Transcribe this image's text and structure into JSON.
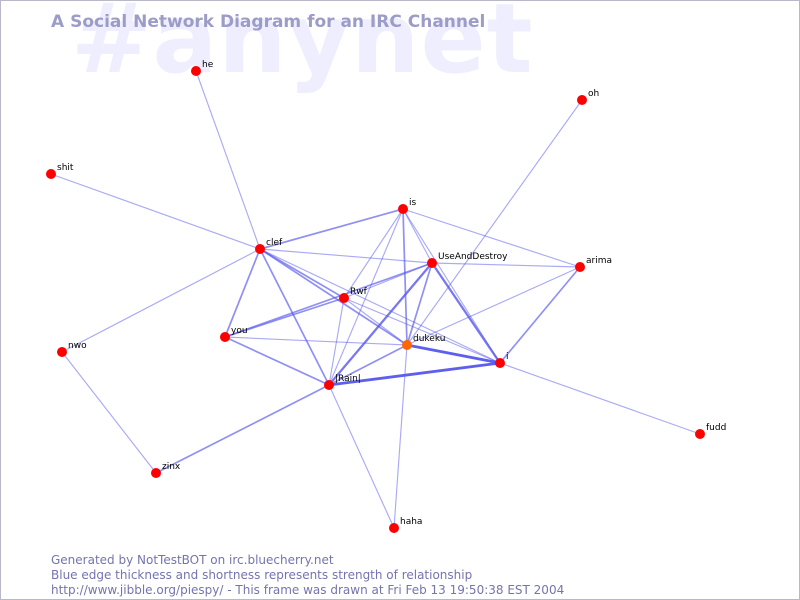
{
  "watermark": "#anynet",
  "title": "A Social Network Diagram for an IRC Channel",
  "footer": {
    "line1": "Generated by NotTestBOT on irc.bluecherry.net",
    "line2": "Blue edge thickness and shortness represents strength of relationship",
    "line3": "http://www.jibble.org/piespy/ - This frame was drawn at Fri Feb 13 19:50:38 EST 2004"
  },
  "colors": {
    "node": "#ff0000",
    "node_highlight": "#ff6600",
    "edge": "#5555ee",
    "title": "#9c9cc8",
    "watermark": "#eeeeff",
    "footer": "#7474b0"
  },
  "nodes": [
    {
      "id": "he",
      "label": "he"
    },
    {
      "id": "oh",
      "label": "oh"
    },
    {
      "id": "shit",
      "label": "shit"
    },
    {
      "id": "is",
      "label": "is"
    },
    {
      "id": "clef",
      "label": "clef"
    },
    {
      "id": "UseAndDestroy",
      "label": "UseAndDestroy"
    },
    {
      "id": "arima",
      "label": "arima"
    },
    {
      "id": "Rwf",
      "label": "Rwf"
    },
    {
      "id": "you",
      "label": "you"
    },
    {
      "id": "dukeku",
      "label": "dukeku",
      "highlight": true
    },
    {
      "id": "nwo",
      "label": "nwo"
    },
    {
      "id": "i",
      "label": "i"
    },
    {
      "id": "Rain",
      "label": "|Rain|"
    },
    {
      "id": "fudd",
      "label": "fudd"
    },
    {
      "id": "zinx",
      "label": "zinx"
    },
    {
      "id": "haha",
      "label": "haha"
    }
  ],
  "edges": [
    {
      "source": "he",
      "target": "clef",
      "strength": 1
    },
    {
      "source": "shit",
      "target": "clef",
      "strength": 1
    },
    {
      "source": "oh",
      "target": "dukeku",
      "strength": 1
    },
    {
      "source": "clef",
      "target": "is",
      "strength": 2
    },
    {
      "source": "clef",
      "target": "UseAndDestroy",
      "strength": 1
    },
    {
      "source": "clef",
      "target": "Rwf",
      "strength": 2
    },
    {
      "source": "clef",
      "target": "you",
      "strength": 2
    },
    {
      "source": "clef",
      "target": "dukeku",
      "strength": 2
    },
    {
      "source": "clef",
      "target": "Rain",
      "strength": 2
    },
    {
      "source": "clef",
      "target": "i",
      "strength": 1
    },
    {
      "source": "clef",
      "target": "nwo",
      "strength": 1
    },
    {
      "source": "is",
      "target": "UseAndDestroy",
      "strength": 1
    },
    {
      "source": "is",
      "target": "arima",
      "strength": 1
    },
    {
      "source": "is",
      "target": "Rwf",
      "strength": 1
    },
    {
      "source": "is",
      "target": "dukeku",
      "strength": 2
    },
    {
      "source": "is",
      "target": "Rain",
      "strength": 1
    },
    {
      "source": "is",
      "target": "i",
      "strength": 1
    },
    {
      "source": "UseAndDestroy",
      "target": "arima",
      "strength": 1
    },
    {
      "source": "UseAndDestroy",
      "target": "Rwf",
      "strength": 1
    },
    {
      "source": "UseAndDestroy",
      "target": "you",
      "strength": 2
    },
    {
      "source": "UseAndDestroy",
      "target": "dukeku",
      "strength": 2
    },
    {
      "source": "UseAndDestroy",
      "target": "Rain",
      "strength": 3
    },
    {
      "source": "UseAndDestroy",
      "target": "i",
      "strength": 3
    },
    {
      "source": "arima",
      "target": "dukeku",
      "strength": 1
    },
    {
      "source": "arima",
      "target": "i",
      "strength": 2
    },
    {
      "source": "Rwf",
      "target": "you",
      "strength": 2
    },
    {
      "source": "Rwf",
      "target": "dukeku",
      "strength": 1
    },
    {
      "source": "Rwf",
      "target": "i",
      "strength": 1
    },
    {
      "source": "Rwf",
      "target": "Rain",
      "strength": 1
    },
    {
      "source": "you",
      "target": "dukeku",
      "strength": 1
    },
    {
      "source": "you",
      "target": "Rain",
      "strength": 2
    },
    {
      "source": "dukeku",
      "target": "i",
      "strength": 4
    },
    {
      "source": "dukeku",
      "target": "Rain",
      "strength": 2
    },
    {
      "source": "dukeku",
      "target": "haha",
      "strength": 1
    },
    {
      "source": "Rain",
      "target": "i",
      "strength": 4
    },
    {
      "source": "Rain",
      "target": "zinx",
      "strength": 2
    },
    {
      "source": "Rain",
      "target": "haha",
      "strength": 1
    },
    {
      "source": "nwo",
      "target": "zinx",
      "strength": 1
    },
    {
      "source": "i",
      "target": "fudd",
      "strength": 1
    }
  ]
}
